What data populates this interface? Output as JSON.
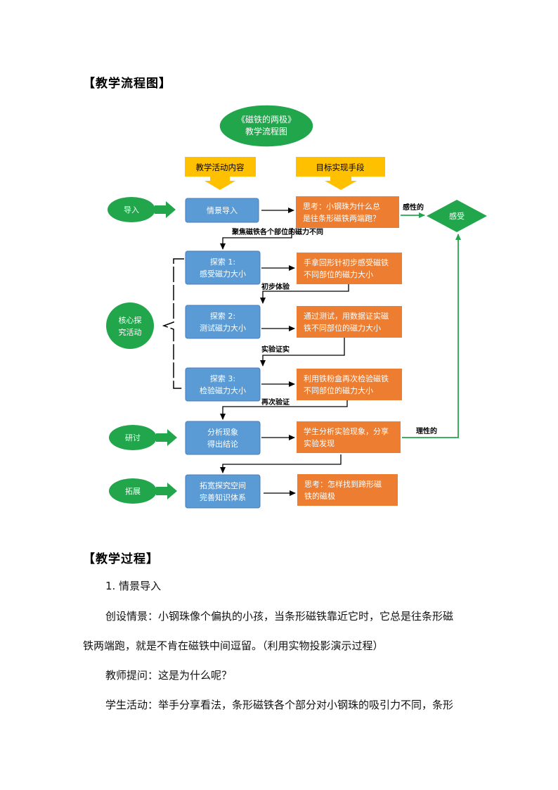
{
  "headings": {
    "flowchart": "【教学流程图】",
    "process": "【教学过程】"
  },
  "flowchart": {
    "title_line1": "《磁铁的两极》",
    "title_line2": "教学流程图",
    "header_content": "教学活动内容",
    "header_means": "目标实现手段",
    "stages": {
      "intro": "导入",
      "core_line1": "核心探",
      "core_line2": "究活动",
      "discuss": "研讨",
      "extend": "拓展"
    },
    "activities": {
      "a1": "情景导入",
      "a2_line1": "探索 1:",
      "a2_line2": "感受磁力大小",
      "a3_line1": "探索 2:",
      "a3_line2": "测试磁力大小",
      "a4_line1": "探索 3:",
      "a4_line2": "检验磁力大小",
      "a5_line1": "分析现象",
      "a5_line2": "得出结论",
      "a6_line1": "拓宽探究空间",
      "a6_line2": "完善知识体系"
    },
    "means": {
      "m1_line1": "思考：小钢珠为什么总",
      "m1_line2": "是往条形磁铁两端跑？",
      "m2_line1": "手拿回形针初步感受磁铁",
      "m2_line2": "不同部位的磁力大小",
      "m3_line1": "通过测试，用数据证实磁",
      "m3_line2": "铁不同部位的磁力大小",
      "m4_line1": "利用铁粉盒再次检验磁铁",
      "m4_line2": "不同部位的磁力大小",
      "m5_line1": "学生分析实验现象，分享",
      "m5_line2": "实验发现",
      "m6_line1": "思考：怎样找到蹄形磁",
      "m6_line2": "铁的磁极"
    },
    "feeling": "感受",
    "labels": {
      "perceptual": "感性的",
      "rational": "理性的",
      "focus": "聚焦磁铁各个部位的磁力不同",
      "initial": "初步体验",
      "verify": "实验证实",
      "again": "再次验证"
    },
    "colors": {
      "green": "#22a64c",
      "blue": "#5b9bd5",
      "orange": "#ed7d31",
      "yellow": "#ffc000"
    }
  },
  "body": {
    "p1": "1. 情景导入",
    "p2": "创设情景：小钢珠像个偏执的小孩，当条形磁铁靠近它时，它总是往条形磁",
    "p3": "铁两端跑，就是不肯在磁铁中间逗留。（利用实物投影演示过程）",
    "p4": "教师提问：这是为什么呢？",
    "p5": "学生活动：举手分享看法，条形磁铁各个部分对小钢珠的吸引力不同，条形"
  }
}
